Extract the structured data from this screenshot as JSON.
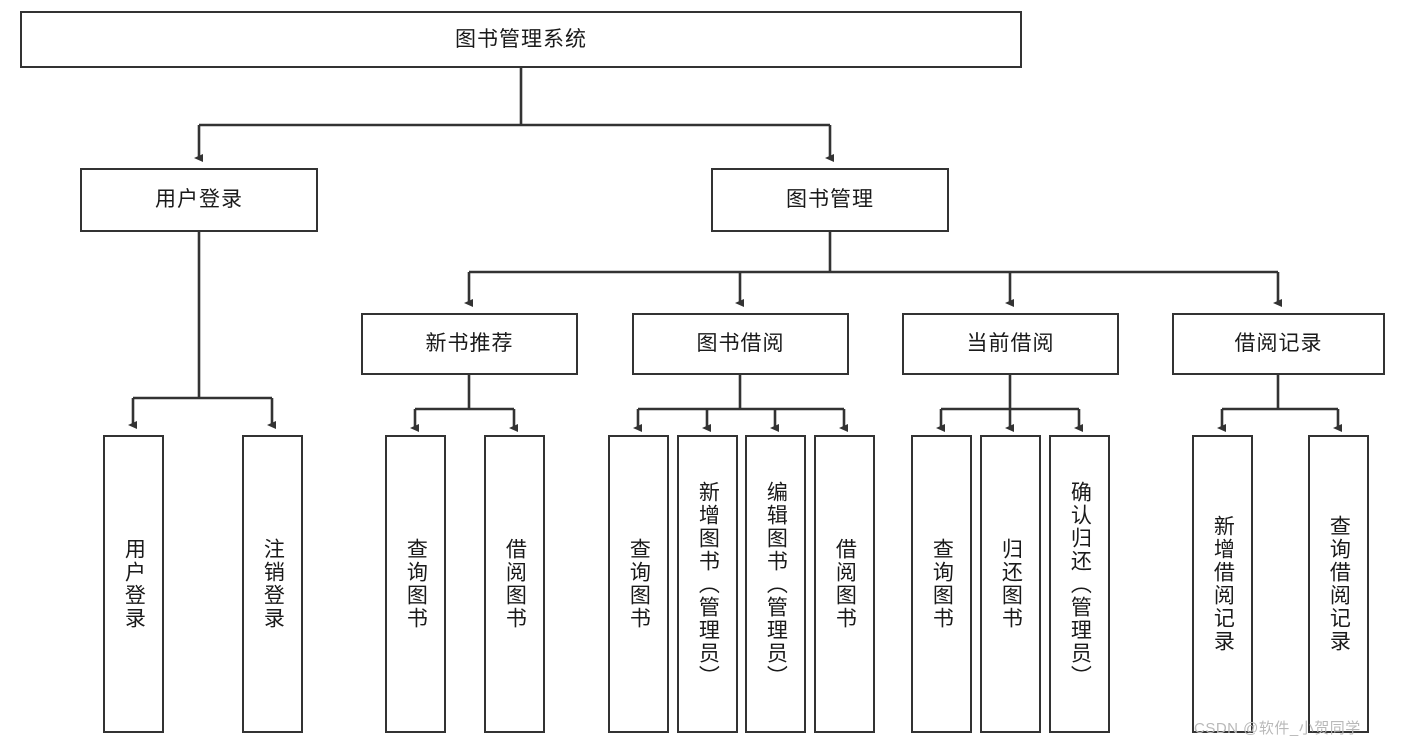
{
  "diagram": {
    "type": "tree-hierarchy",
    "title": "图书管理系统",
    "orientation": "top-down",
    "colors": {
      "node_border": "#333333",
      "node_fill": "#ffffff",
      "edge": "#333333",
      "text": "#1a1a1a",
      "watermark": "#b9b9b9",
      "background": "#ffffff"
    },
    "root": {
      "label": "图书管理系统"
    },
    "level2": [
      {
        "label": "用户登录"
      },
      {
        "label": "图书管理"
      }
    ],
    "level3": [
      {
        "label": "新书推荐"
      },
      {
        "label": "图书借阅"
      },
      {
        "label": "当前借阅"
      },
      {
        "label": "借阅记录"
      }
    ],
    "leaves": {
      "user_login": [
        {
          "label": "用户登录"
        },
        {
          "label": "注销登录"
        }
      ],
      "new_book_recommend": [
        {
          "label": "查询图书"
        },
        {
          "label": "借阅图书"
        }
      ],
      "book_borrow": [
        {
          "label": "查询图书"
        },
        {
          "label": "新增图书（管理员）"
        },
        {
          "label": "编辑图书（管理员）"
        },
        {
          "label": "借阅图书"
        }
      ],
      "current_borrow": [
        {
          "label": "查询图书"
        },
        {
          "label": "归还图书"
        },
        {
          "label": "确认归还（管理员）"
        }
      ],
      "borrow_record": [
        {
          "label": "新增借阅记录"
        },
        {
          "label": "查询借阅记录"
        }
      ]
    }
  },
  "watermark": {
    "text": "CSDN @软件_小贺同学"
  }
}
